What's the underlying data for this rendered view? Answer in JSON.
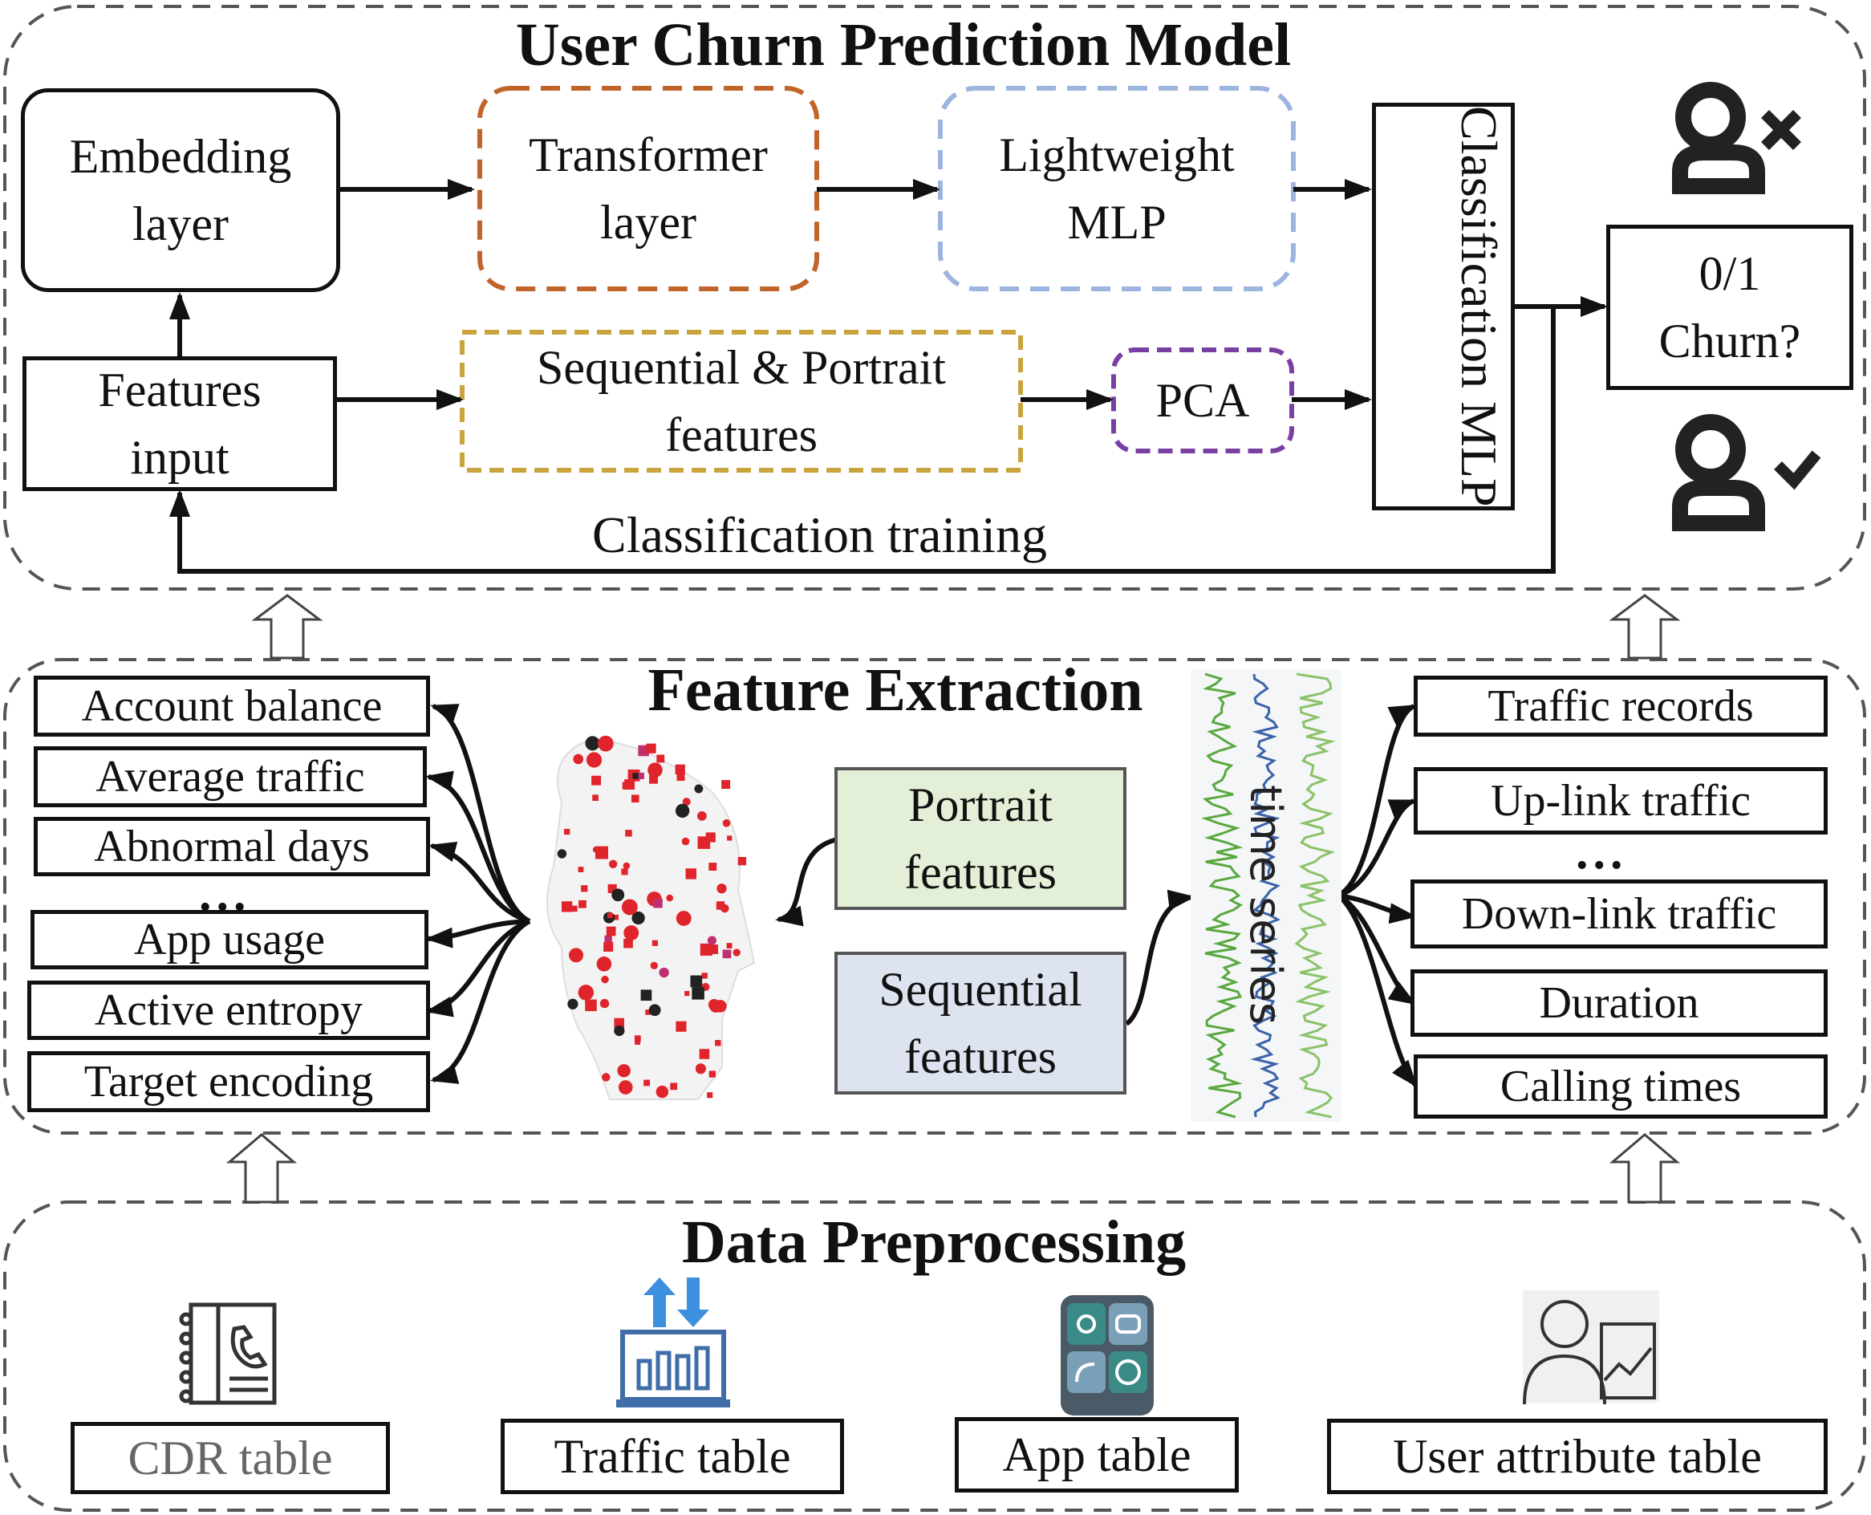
{
  "model": {
    "title": "User Churn Prediction Model",
    "embedding": "Embedding layer",
    "transformer": "Transformer layer",
    "mlp": "Lightweight MLP",
    "features_input": "Features input",
    "seq_portrait": "Sequential & Portrait features",
    "pca": "PCA",
    "classification_mlp": "Classification MLP",
    "churn_output": "0/1 Churn?",
    "training_label": "Classification training"
  },
  "extraction": {
    "title": "Feature Extraction",
    "portrait_features": [
      "Account balance",
      "Average traffic",
      "Abnormal days",
      "App usage",
      "Active entropy",
      "Target encoding"
    ],
    "sequential_features": [
      "Traffic records",
      "Up-link traffic",
      "Down-link traffic",
      "Duration",
      "Calling times"
    ],
    "ellipsis": "...",
    "portrait_box": "Portrait features",
    "sequential_box": "Sequential features",
    "time_series_label": "time series"
  },
  "preprocessing": {
    "title": "Data Preprocessing",
    "tables": [
      "CDR table",
      "Traffic table",
      "App table",
      "User attribute table"
    ]
  },
  "colors": {
    "transformer": "#c0642a",
    "mlp": "#9db5de",
    "seq_portrait": "#c9a43c",
    "pca": "#7a3fa3",
    "portrait_fill": "#e3efd6",
    "sequential_fill": "#dde3ef",
    "icon_red": "#e0242b",
    "series_green": "#5aa83f",
    "series_blue": "#3a63a8"
  }
}
